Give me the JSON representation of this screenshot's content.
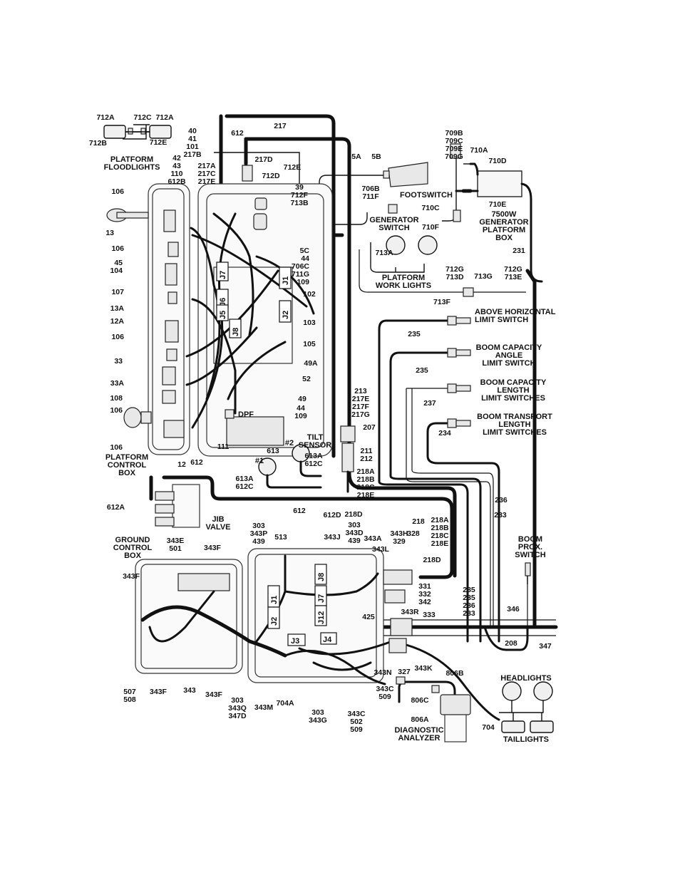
{
  "components": {
    "platform_floodlights": [
      "PLATFORM",
      "FLOODLIGHTS"
    ],
    "footswitch": [
      "FOOTSWITCH"
    ],
    "generator_switch": [
      "GENERATOR",
      "SWITCH"
    ],
    "platform_work_lights": [
      "PLATFORM",
      "WORK LIGHTS"
    ],
    "generator_box": [
      "7500W",
      "GENERATOR",
      "PLATFORM",
      "BOX"
    ],
    "above_horizontal": [
      "ABOVE HORIZONTAL",
      "LIMIT SWITCH"
    ],
    "boom_capacity_angle": [
      "BOOM CAPACITY",
      "ANGLE",
      "LIMIT SWITCH"
    ],
    "boom_capacity_length": [
      "BOOM CAPACITY",
      "LENGTH",
      "LIMIT SWITCHES"
    ],
    "boom_transport_length": [
      "BOOM TRANSPORT",
      "LENGTH",
      "LIMIT SWITCHES"
    ],
    "tilt_sensor": [
      "TILT",
      "SENSOR"
    ],
    "platform_control_box": [
      "PLATFORM",
      "CONTROL",
      "BOX"
    ],
    "jib_valve": [
      "JIB",
      "VALVE"
    ],
    "ground_control_box": [
      "GROUND",
      "CONTROL",
      "BOX"
    ],
    "boom_prox_switch": [
      "BOOM",
      "PROX.",
      "SWITCH"
    ],
    "headlights": [
      "HEADLIGHTS"
    ],
    "taillights": [
      "TAILLIGHTS"
    ],
    "diagnostic_analyzer": [
      "DIAGNOSTIC",
      "ANALYZER"
    ],
    "dpf": [
      "DPF"
    ],
    "tilt_1": [
      "#1"
    ],
    "tilt_2": [
      "#2"
    ]
  },
  "connectors": {
    "j7": "J7",
    "j1": "J1",
    "j6": "J6",
    "j2": "J2",
    "j5": "J5",
    "j8": "J8",
    "g_j1": "J1",
    "g_j2": "J2",
    "g_j8": "J8",
    "g_j7": "J7",
    "g_j12": "J12",
    "g_j3": "J3",
    "g_j4": "J4"
  },
  "wire_labels": [
    [
      "712A"
    ],
    [
      "712C"
    ],
    [
      "712A"
    ],
    [
      "712E"
    ],
    [
      "712B"
    ],
    [
      "40",
      "41",
      "101",
      "217B"
    ],
    [
      "42",
      "43",
      "110",
      "612B"
    ],
    [
      "217A",
      "217C",
      "217E"
    ],
    [
      "612"
    ],
    [
      "217"
    ],
    [
      "217D"
    ],
    [
      "712D"
    ],
    [
      "712E"
    ],
    [
      "5A"
    ],
    [
      "5B"
    ],
    [
      "709B",
      "709C",
      "709E",
      "709G"
    ],
    [
      "710A"
    ],
    [
      "710D"
    ],
    [
      "710C"
    ],
    [
      "710E"
    ],
    [
      "710F"
    ],
    [
      "706B",
      "711F"
    ],
    [
      "39",
      "712F",
      "713B"
    ],
    [
      "5C",
      "44",
      "706C",
      "711G",
      "109"
    ],
    [
      "713A"
    ],
    [
      "231"
    ],
    [
      "712G",
      "713D"
    ],
    [
      "713G"
    ],
    [
      "712G",
      "713E"
    ],
    [
      "713F"
    ],
    [
      "106"
    ],
    [
      "13"
    ],
    [
      "106"
    ],
    [
      "45",
      "104"
    ],
    [
      "107"
    ],
    [
      "13A"
    ],
    [
      "12A"
    ],
    [
      "106"
    ],
    [
      "33"
    ],
    [
      "33A"
    ],
    [
      "108"
    ],
    [
      "106"
    ],
    [
      "106"
    ],
    [
      "102"
    ],
    [
      "103"
    ],
    [
      "105"
    ],
    [
      "49A"
    ],
    [
      "52"
    ],
    [
      "49"
    ],
    [
      "44",
      "109"
    ],
    [
      "111"
    ],
    [
      "235"
    ],
    [
      "235"
    ],
    [
      "237"
    ],
    [
      "234"
    ],
    [
      "213",
      "217E",
      "217F",
      "217G"
    ],
    [
      "207"
    ],
    [
      "211",
      "212"
    ],
    [
      "218A",
      "218B",
      "218C",
      "218E"
    ],
    [
      "613"
    ],
    [
      "613A",
      "612C"
    ],
    [
      "613A",
      "612C"
    ],
    [
      "12"
    ],
    [
      "612"
    ],
    [
      "612A"
    ],
    [
      "612"
    ],
    [
      "612D"
    ],
    [
      "218D"
    ],
    [
      "218"
    ],
    [
      "218A",
      "218B",
      "218C",
      "218E"
    ],
    [
      "236"
    ],
    [
      "233"
    ],
    [
      "218D"
    ],
    [
      "303",
      "343P",
      "439"
    ],
    [
      "513"
    ],
    [
      "343J"
    ],
    [
      "303",
      "343D",
      "439"
    ],
    [
      "343A"
    ],
    [
      "343H",
      "329"
    ],
    [
      "328"
    ],
    [
      "343L"
    ],
    [
      "343E",
      "501"
    ],
    [
      "343F"
    ],
    [
      "343F"
    ],
    [
      "331",
      "332",
      "342"
    ],
    [
      "425"
    ],
    [
      "343R"
    ],
    [
      "333"
    ],
    [
      "235",
      "235",
      "236",
      "233"
    ],
    [
      "346"
    ],
    [
      "208"
    ],
    [
      "347"
    ],
    [
      "327"
    ],
    [
      "343K"
    ],
    [
      "343N"
    ],
    [
      "343C",
      "509"
    ],
    [
      "806B"
    ],
    [
      "806C"
    ],
    [
      "806A"
    ],
    [
      "704"
    ],
    [
      "507",
      "508"
    ],
    [
      "343F"
    ],
    [
      "343"
    ],
    [
      "343F"
    ],
    [
      "303",
      "343Q",
      "347D"
    ],
    [
      "343M"
    ],
    [
      "704A"
    ],
    [
      "303",
      "343G"
    ],
    [
      "343C",
      "502",
      "509"
    ]
  ]
}
